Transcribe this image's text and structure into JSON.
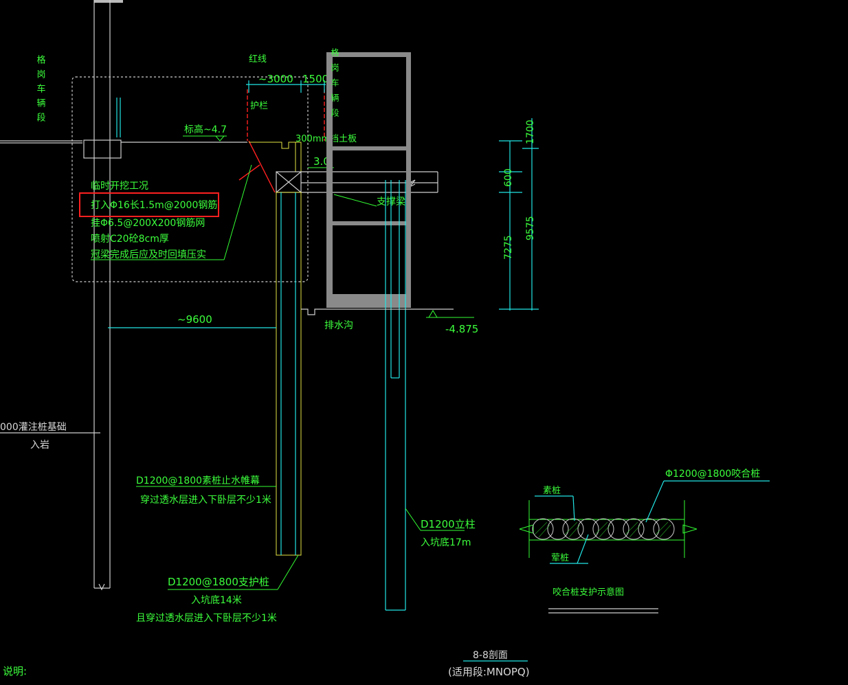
{
  "drawing": {
    "left_vertical_label": "格岗车辆段",
    "red_line_label": "红线",
    "guardrail_label": "护栏",
    "dim_3000": "~3000",
    "dim_1500": "1500",
    "dim_3_0": "3.0",
    "elevation_label": "标高~4.7",
    "retaining_board_label": "300mm挡土板",
    "building_vertical_label": "格岗车辆段",
    "support_beam_label": "支撑梁",
    "drain_label": "排水沟",
    "bottom_elevation": "-4.875",
    "dim_9600": "~9600",
    "right_dims": {
      "d1700": "1700",
      "d600": "600",
      "d9575": "9575",
      "d7275": "7275"
    },
    "note_lines": [
      "临时开挖工况",
      "打入Φ16长1.5m@2000钢筋",
      "挂Φ6.5@200X200钢筋网",
      "喷射C20砼8cm厚",
      "冠梁完成后应及时回填压实"
    ],
    "pile_found_label": "000灌注桩基础",
    "pile_found_sub": "入岩",
    "plain_pile_wall_label": "D1200@1800素桩止水帷幕",
    "plain_pile_wall_sub": "穿过透水层进入下卧层不少1米",
    "support_pile_label": "D1200@1800支护桩",
    "support_pile_sub1": "入坑底14米",
    "support_pile_sub2": "且穿过透水层进入下卧层不少1米",
    "column_pile_label": "D1200立柱",
    "column_pile_sub": "入坑底17m",
    "detail_label": "Φ1200@1800咬合桩",
    "plain_pile_tag": "素桩",
    "rebar_pile_tag": "荤桩",
    "detail_title": "咬合桩支护示意图",
    "section_title": "8-8剖面",
    "section_sub": "(适用段:MNOPQ)",
    "notes_label": "说明:"
  },
  "colors": {
    "background": "#000000",
    "text_green": "#3cff3c",
    "line_cyan": "#22e6e6",
    "line_white": "#d0d0d0",
    "highlight_red": "#ff2020",
    "structure_gray": "#8a8a8a",
    "pile_yellow": "#e6e644"
  }
}
